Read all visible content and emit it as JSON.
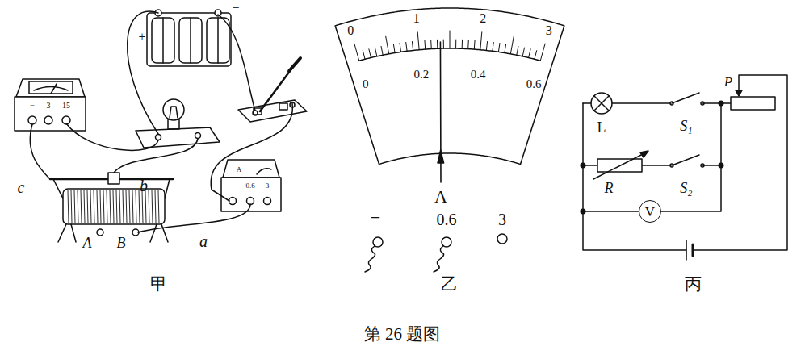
{
  "diagram": {
    "caption": "第 26 题图",
    "nodes": [
      {
        "text": [
          "V"
        ]
      }
    ],
    "labels": [
      "+",
      "−",
      "−",
      "3",
      "15",
      "A",
      "−",
      "0.6",
      "3",
      "c",
      "b",
      "a",
      "A",
      "B",
      "甲",
      "0",
      "1",
      "2",
      "3",
      "0",
      "0.2",
      "0.4",
      "0.6",
      "A",
      "−",
      "0.6",
      "3",
      "乙",
      "L",
      "S₁",
      "P",
      "R",
      "S₂",
      "丙"
    ]
  }
}
